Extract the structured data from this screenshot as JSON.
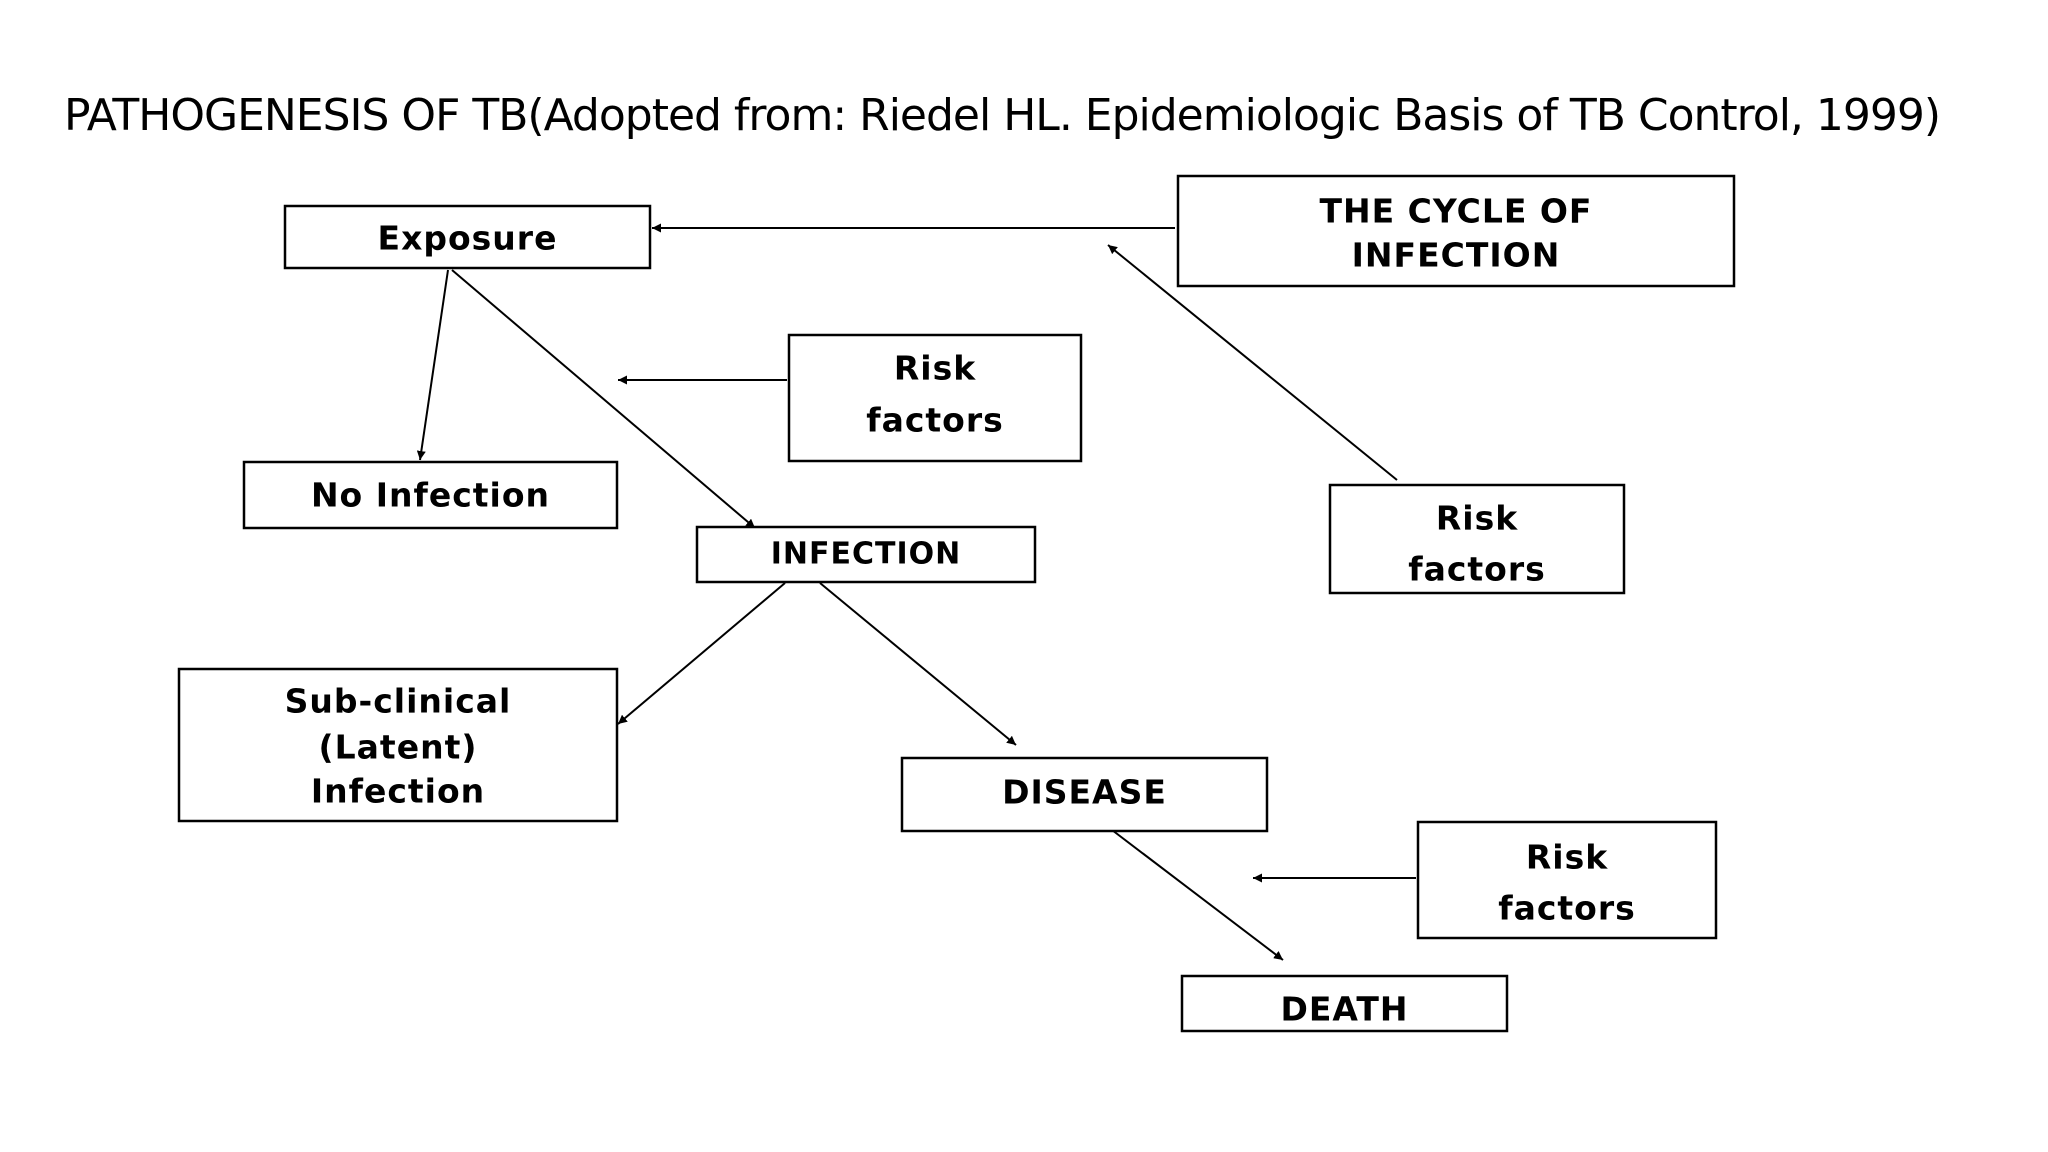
{
  "slide": {
    "title": "PATHOGENESIS OF TB(Adopted from: Riedel HL. Epidemiologic Basis of TB Control, 1999)"
  },
  "diagram": {
    "nodes": {
      "exposure": {
        "lines": [
          "Exposure"
        ]
      },
      "cycle": {
        "lines": [
          "THE CYCLE OF",
          "INFECTION"
        ]
      },
      "risk_top": {
        "lines": [
          "Risk",
          "factors"
        ]
      },
      "no_infection": {
        "lines": [
          "No Infection"
        ]
      },
      "infection": {
        "lines": [
          "INFECTION"
        ]
      },
      "risk_right": {
        "lines": [
          "Risk",
          "factors"
        ]
      },
      "subclinical": {
        "lines": [
          "Sub-clinical",
          "(Latent)",
          "Infection"
        ]
      },
      "disease": {
        "lines": [
          "DISEASE"
        ]
      },
      "risk_bottom": {
        "lines": [
          "Risk",
          "factors"
        ]
      },
      "death": {
        "lines": [
          "DEATH"
        ]
      }
    },
    "edges": [
      {
        "from": "cycle",
        "to": "exposure"
      },
      {
        "from": "exposure",
        "to": "no_infection"
      },
      {
        "from": "exposure",
        "to": "infection"
      },
      {
        "from": "risk_top",
        "to": "exposure-infection-edge"
      },
      {
        "from": "risk_right",
        "to": "cycle-exposure-edge"
      },
      {
        "from": "infection",
        "to": "subclinical"
      },
      {
        "from": "infection",
        "to": "disease"
      },
      {
        "from": "disease",
        "to": "death"
      },
      {
        "from": "risk_bottom",
        "to": "disease-death-edge"
      }
    ]
  }
}
